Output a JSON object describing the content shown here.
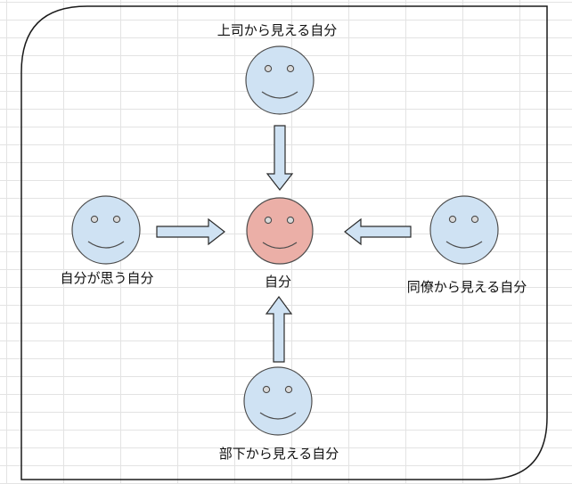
{
  "labels": {
    "top": "上司から見える自分",
    "left": "自分が思う自分",
    "center": "自分",
    "right": "同僚から見える自分",
    "bottom": "部下から見える自分"
  },
  "colors": {
    "face_fill": "#cfe2f3",
    "face_stroke": "#4d4d4d",
    "center_face_fill": "#ebafa7",
    "arrow_fill": "#cfe2f3",
    "arrow_stroke": "#2b2b2b",
    "frame_stroke": "#1a1a1a"
  },
  "icons": {
    "face": "smiley-face-icon",
    "arrow": "block-arrow-icon"
  }
}
